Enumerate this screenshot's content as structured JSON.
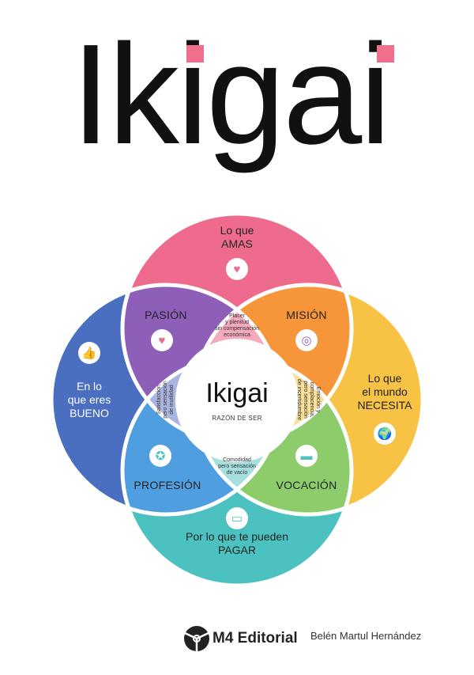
{
  "title": "Ikigai",
  "colors": {
    "accent": "#ef6f8c",
    "love": "#ee6b8e",
    "good": "#4a6fc0",
    "need": "#f8c245",
    "paid": "#4cc2c0",
    "passion": "#8e5fb8",
    "mission": "#f7953a",
    "profession": "#4f9ee0",
    "vocation": "#8ccc6b"
  },
  "diagram": {
    "love": {
      "line1": "Lo que",
      "line2": "AMAS",
      "icon": "heart-icon"
    },
    "good": {
      "line1": "En lo",
      "line2": "que eres",
      "line3": "BUENO",
      "icon": "thumbs-up-icon"
    },
    "need": {
      "line1": "Lo que",
      "line2": "el mundo",
      "line3": "NECESITA",
      "icon": "globe-icon"
    },
    "paid": {
      "line1": "Por lo que te pueden",
      "line2": "PAGAR",
      "icon": "money-icon"
    },
    "passion": {
      "label": "PASIÓN",
      "icon": "heart-stars-icon"
    },
    "mission": {
      "label": "MISIÓN",
      "icon": "target-icon"
    },
    "profession": {
      "label": "PROFESIÓN",
      "icon": "medal-icon"
    },
    "vocation": {
      "label": "VOCACIÓN",
      "icon": "briefcase-icon"
    },
    "lens_top": [
      "Placer",
      "y plenitud",
      "sin compensación",
      "económica"
    ],
    "lens_left": [
      "Satisfacción",
      "pero sensación",
      "de inutilidad"
    ],
    "lens_right": [
      "Emoción y",
      "complacencia,",
      "pero sensación",
      "de incertidumbre"
    ],
    "lens_bottom": [
      "Comodidad",
      "pero sensación",
      "de vacío"
    ],
    "center_title": "Ikigai",
    "center_subtitle": "RAZÓN DE SER"
  },
  "footer": {
    "publisher": "M4 Editorial",
    "author": "Belén Martul Hernández"
  }
}
